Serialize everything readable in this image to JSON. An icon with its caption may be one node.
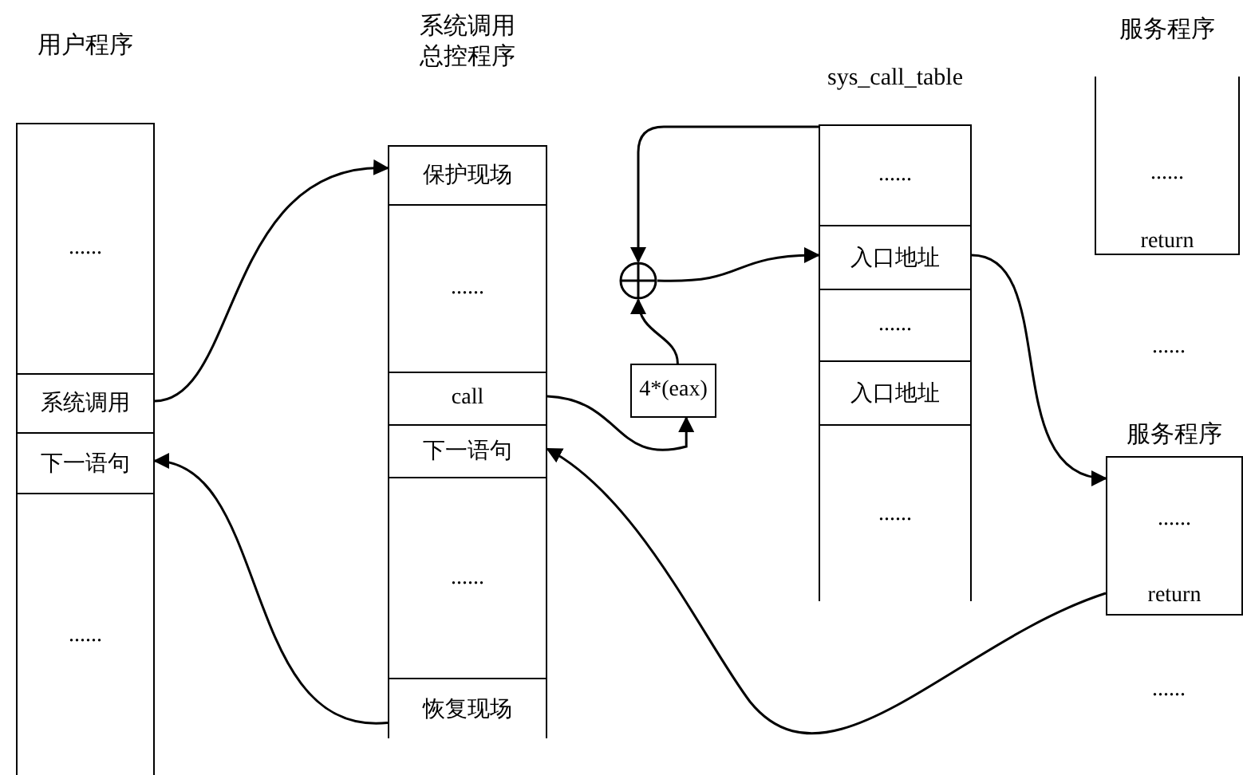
{
  "diagram": {
    "nodes": [
      {
        "text": [
          "用户程序"
        ]
      },
      {
        "text": [
          "......"
        ],
        "in": 0
      },
      {
        "text": [
          "系统调用"
        ],
        "in": 0
      },
      {
        "text": [
          "下一语句"
        ],
        "in": 0
      },
      {
        "text": [
          "......"
        ],
        "in": 0
      },
      {
        "text": [
          "系统调用总控程序"
        ]
      },
      {
        "text": [
          "保护现场"
        ],
        "in": 5
      },
      {
        "text": [
          "......"
        ],
        "in": 5
      },
      {
        "text": [
          "call"
        ],
        "in": 5
      },
      {
        "text": [
          "下一语句"
        ],
        "in": 5
      },
      {
        "text": [
          "......"
        ],
        "in": 5
      },
      {
        "text": [
          "恢复现场"
        ],
        "in": 5
      },
      {
        "text": [],
        "shape": "circle"
      },
      {
        "text": [
          "4*(eax)"
        ]
      },
      {
        "text": [
          "sys_call_table"
        ]
      },
      {
        "text": [
          "......"
        ],
        "in": 14
      },
      {
        "text": [
          "入口地址"
        ],
        "in": 14
      },
      {
        "text": [
          "......"
        ],
        "in": 14
      },
      {
        "text": [
          "入口地址"
        ],
        "in": 14
      },
      {
        "text": [
          "......"
        ],
        "in": 14
      },
      {
        "text": [
          "服务程序",
          "......",
          "return"
        ]
      },
      {
        "text": [
          "服务程序",
          "......",
          "return"
        ]
      }
    ],
    "edges": [
      {
        "from": 2,
        "to": 6,
        "arrow": "to"
      },
      {
        "from": 11,
        "to": 3,
        "arrow": "to"
      },
      {
        "from": 8,
        "to": 13,
        "arrow": "to"
      },
      {
        "from": 13,
        "to": 12,
        "arrow": "to"
      },
      {
        "from": 14,
        "to": 12,
        "arrow": "to"
      },
      {
        "from": 12,
        "to": 16,
        "arrow": "to"
      },
      {
        "from": 16,
        "to": 21,
        "arrow": "to"
      },
      {
        "from": 21,
        "to": 9,
        "arrow": "to"
      }
    ],
    "labels": [
      "......",
      "......"
    ]
  }
}
